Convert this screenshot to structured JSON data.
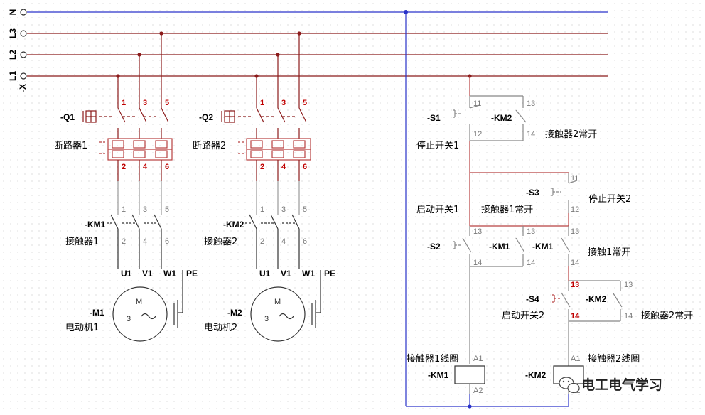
{
  "rails": {
    "n": "N",
    "l3": "L3",
    "l2": "L2",
    "l1": "L1",
    "x": "-X"
  },
  "colors": {
    "phase": "#8b1a1a",
    "neutral": "#2a33c9",
    "control": "#b84040",
    "ctrl_gray": "#888888",
    "red_text": "#c00000"
  },
  "m1": {
    "q_tag": "-Q1",
    "breaker": "断路器1",
    "km_tag": "-KM1",
    "contactor": "接触器1",
    "motor_tag": "-M1",
    "motor": "电动机1"
  },
  "m2": {
    "q_tag": "-Q2",
    "breaker": "断路器2",
    "km_tag": "-KM2",
    "contactor": "接触器2",
    "motor_tag": "-M2",
    "motor": "电动机2"
  },
  "pins": {
    "p1": "1",
    "p2": "2",
    "p3": "3",
    "p4": "4",
    "p5": "5",
    "p6": "6"
  },
  "motor_terms": {
    "u": "U1",
    "v": "V1",
    "w": "W1",
    "pe": "PE",
    "m": "M",
    "phases": "3",
    "ac": "~"
  },
  "control": {
    "s1_tag": "-S1",
    "stop1": "停止开关1",
    "km2_tag": "-KM2",
    "km2_no": "接触器2常开",
    "start1": "启动开关1",
    "km1_no": "接触器1常开",
    "s3_tag": "-S3",
    "stop2": "停止开关2",
    "s2_tag": "-S2",
    "km1_tag": "-KM1",
    "km1_tag_b": "-KM1",
    "km1_no_b": "接触1常开",
    "s4_tag": "-S4",
    "start2": "启动开关2",
    "km2_tag_b": "-KM2",
    "km2_no_b": "接触器2常开",
    "coil1": "接触器1线圈",
    "coil1_tag": "-KM1",
    "coil2": "接触器2线圈",
    "coil2_tag": "-KM2",
    "a1": "A1",
    "a2": "A2",
    "p11": "11",
    "p12": "12",
    "p13": "13",
    "p14": "14"
  },
  "watermark": "电工电气学习"
}
